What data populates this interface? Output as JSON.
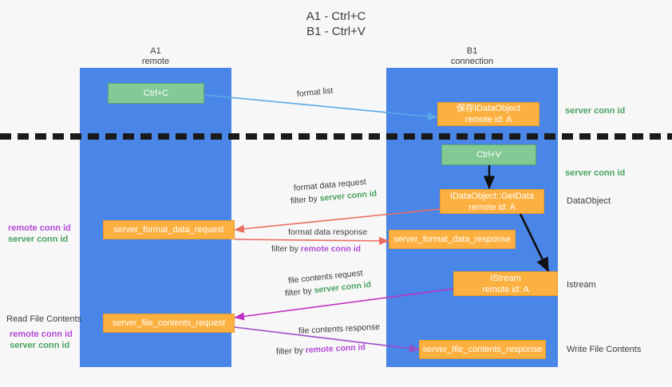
{
  "title": {
    "line1": "A1 - Ctrl+C",
    "line2": "B1 - Ctrl+V"
  },
  "lanes": [
    {
      "name": "A1",
      "subtitle": "remote",
      "color": "#4a86e8"
    },
    {
      "name": "B1",
      "subtitle": "connection",
      "color": "#4a86e8"
    }
  ],
  "colors": {
    "lane": "#4a86e8",
    "green_box": "#82c995",
    "orange_box": "#fbb040",
    "server_conn_id": "#4aa361",
    "remote_conn_id": "#b44bd6",
    "blue_arrow": "#5aa9e6",
    "red_arrow": "#ea6d60",
    "magenta_arrow": "#c030c0",
    "purple_arrow": "#9b4dc8",
    "black_arrow": "#1a1a1a",
    "separator": "#1a1a1a",
    "text": "#3c3c3c"
  },
  "nodes": {
    "ctrl_c": {
      "label": "Ctrl+C",
      "style": "green"
    },
    "clipboard_idataobject": {
      "line1": "保存IDataObject",
      "line2": "remote id: A",
      "style": "orange"
    },
    "ctrl_v": {
      "label": "Ctrl+V",
      "style": "green"
    },
    "getdata": {
      "line1": "IDataObject::GetData",
      "line2": "remote id: A",
      "style": "orange"
    },
    "server_format_data_request": {
      "label": "server_format_data_request",
      "style": "orange"
    },
    "server_format_data_response": {
      "label": "server_format_data_response",
      "style": "orange"
    },
    "istream": {
      "line1": "IStream",
      "line2": "remote id: A",
      "style": "orange"
    },
    "server_file_contents_request": {
      "label": "server_file_contents_request",
      "style": "orange"
    },
    "server_file_contents_response": {
      "label": "server_file_contents_response",
      "style": "orange"
    }
  },
  "edges": [
    {
      "id": "format-list",
      "label": "format list",
      "filter_prefix": "",
      "filter_value": "",
      "color": "#5aa9e6"
    },
    {
      "id": "format-data-request",
      "label": "format data request",
      "filter_prefix": "filter by ",
      "filter_value": "server conn id",
      "filter_color": "green",
      "color": "#ea6d60"
    },
    {
      "id": "format-data-response",
      "label": "format data response",
      "filter_prefix": "filter by ",
      "filter_value": "remote conn id",
      "filter_color": "purple",
      "color": "#ea6d60"
    },
    {
      "id": "file-contents-request",
      "label": "file contents request",
      "filter_prefix": "filter by ",
      "filter_value": "server conn id",
      "filter_color": "green",
      "color": "#c030c0"
    },
    {
      "id": "file-contents-response",
      "label": "file contents response",
      "filter_prefix": "filter by ",
      "filter_value": "remote conn id",
      "filter_color": "purple",
      "color": "#9b4dc8"
    }
  ],
  "right_labels": [
    {
      "id": "server-conn-id-1",
      "text": "server conn id",
      "color": "green"
    },
    {
      "id": "server-conn-id-2",
      "text": "server conn id",
      "color": "green"
    },
    {
      "id": "dataobject",
      "text": "DataObject",
      "color": "dark"
    },
    {
      "id": "istream",
      "text": "Istream",
      "color": "dark"
    },
    {
      "id": "write-file-contents",
      "text": "Write File Contents",
      "color": "dark"
    }
  ],
  "left_labels": [
    {
      "id": "remote-conn-id-1",
      "text": "remote conn id",
      "color": "purple"
    },
    {
      "id": "server-conn-id-1",
      "text": "server conn id",
      "color": "green"
    },
    {
      "id": "read-file-contents",
      "text": "Read File Contents",
      "color": "dark"
    },
    {
      "id": "remote-conn-id-2",
      "text": "remote conn id",
      "color": "purple"
    },
    {
      "id": "server-conn-id-2",
      "text": "server conn id",
      "color": "green"
    }
  ]
}
